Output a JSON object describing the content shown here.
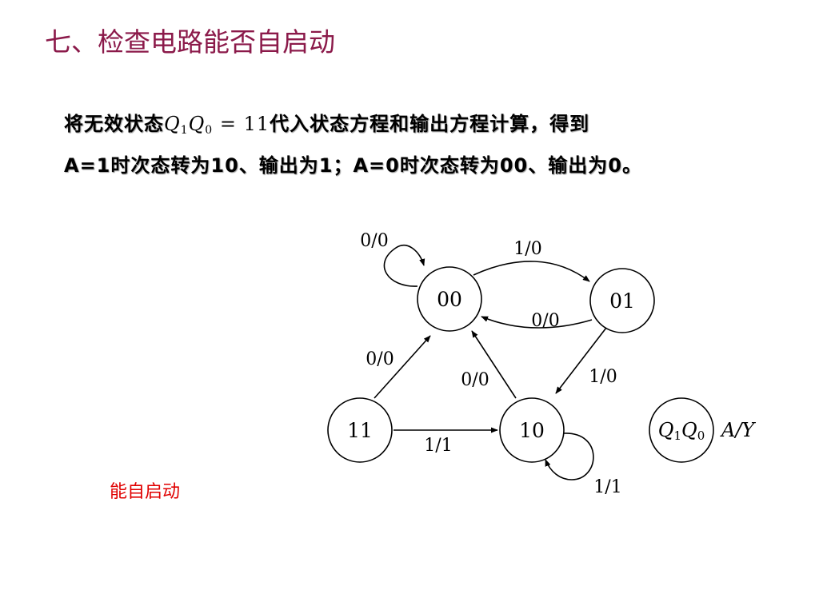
{
  "slide": {
    "title": "七、检查电路能否自启动",
    "para": {
      "line1_prefix": "将无效状态",
      "eq_q1": "Q",
      "eq_sub1": "1",
      "eq_q0": "Q",
      "eq_sub0": "0",
      "eq_rhs": " = 11",
      "line1_suffix": "代入状态方程和输出方程计算，得到",
      "line2": "A=1时次态转为10、输出为1；A=0时次态转为00、输出为0。"
    },
    "note": "能自启动"
  },
  "diagram": {
    "states": [
      {
        "id": "s00",
        "label": "00"
      },
      {
        "id": "s01",
        "label": "01"
      },
      {
        "id": "s11",
        "label": "11"
      },
      {
        "id": "s10",
        "label": "10"
      }
    ],
    "transitions": [
      {
        "from": "00",
        "to": "00",
        "label": "0/0"
      },
      {
        "from": "00",
        "to": "01",
        "label": "1/0"
      },
      {
        "from": "01",
        "to": "00",
        "label": "0/0"
      },
      {
        "from": "01",
        "to": "10",
        "label": "1/0"
      },
      {
        "from": "10",
        "to": "00",
        "label": "0/0"
      },
      {
        "from": "11",
        "to": "00",
        "label": "0/0"
      },
      {
        "from": "11",
        "to": "10",
        "label": "1/1"
      },
      {
        "from": "10",
        "to": "10",
        "label": "1/1"
      }
    ],
    "legend": {
      "q": "Q",
      "sub1": "1",
      "sub0": "0",
      "ay": "A/Y"
    }
  }
}
